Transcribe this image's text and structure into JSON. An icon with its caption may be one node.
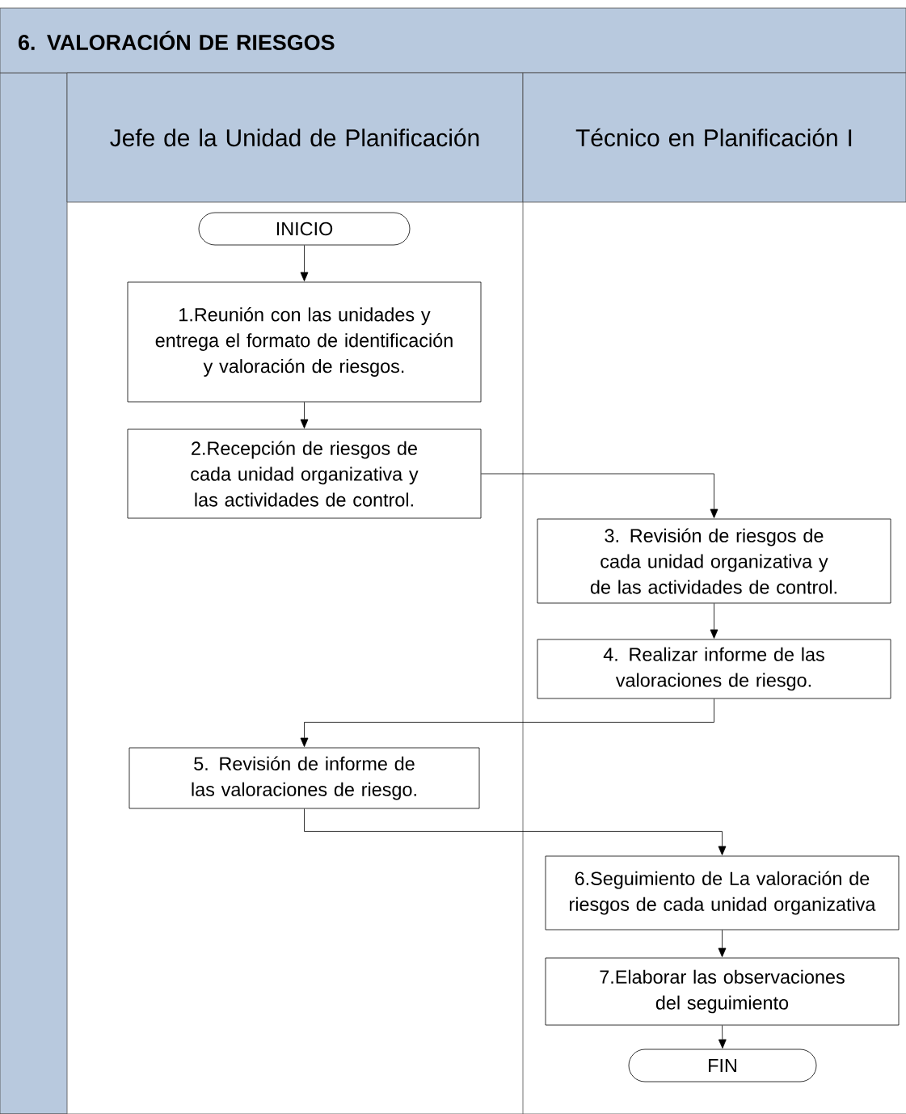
{
  "diagram": {
    "nodes": [
      {
        "text": [
          "6. VALORACIÓN DE RIESGOS"
        ]
      },
      {
        "text": [
          "Jefe de la Unidad de Planificación"
        ]
      },
      {
        "text": [
          "Técnico en Planificación I"
        ]
      },
      {
        "text": [
          "INICIO"
        ]
      },
      {
        "text": [
          "1.Reunión con las unidades y entrega el formato de identificación y valoración de riesgos."
        ]
      },
      {
        "text": [
          "2.Recepción de riesgos de cada unidad organizativa y las actividades de control."
        ]
      },
      {
        "text": [
          "3. Revisión de riesgos de cada unidad organizativa y de las actividades de control."
        ]
      },
      {
        "text": [
          "4. Realizar informe de las valoraciones de riesgo."
        ]
      },
      {
        "text": [
          "5. Revisión de informe de las valoraciones de riesgo."
        ]
      },
      {
        "text": [
          "6.Seguimiento de La valoración de riesgos de cada unidad organizativa"
        ]
      },
      {
        "text": [
          "7.Elaborar las observaciones del seguimiento"
        ]
      },
      {
        "text": [
          "FIN"
        ]
      }
    ],
    "edges": [
      {
        "from": 3,
        "to": 4,
        "arrow": "to"
      },
      {
        "from": 4,
        "to": 5,
        "arrow": "to"
      },
      {
        "from": 5,
        "to": 6,
        "arrow": "to"
      },
      {
        "from": 6,
        "to": 7,
        "arrow": "to"
      },
      {
        "from": 7,
        "to": 8,
        "arrow": "to"
      },
      {
        "from": 8,
        "to": 9,
        "arrow": "to"
      },
      {
        "from": 9,
        "to": 10,
        "arrow": "to"
      },
      {
        "from": 10,
        "to": 11,
        "arrow": "to"
      }
    ]
  }
}
